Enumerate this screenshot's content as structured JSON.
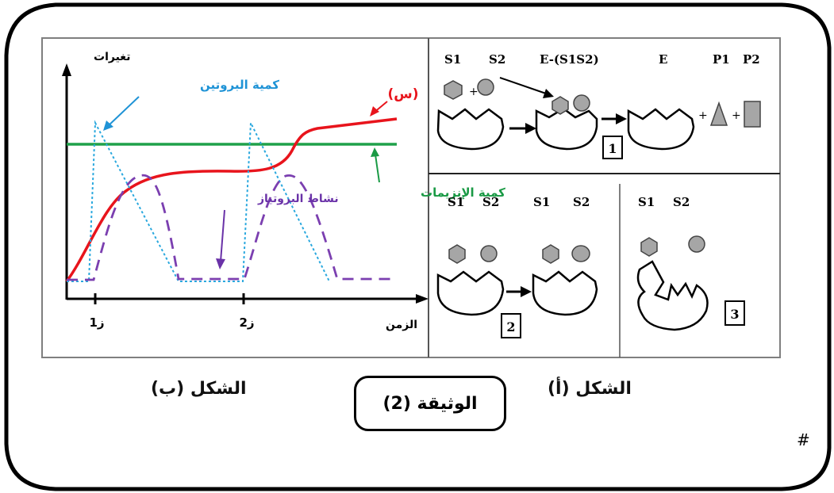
{
  "figure_a": {
    "caption": "الشكل (أ)",
    "p1_labels": [
      "S1",
      "S2",
      "E-(S1S2)",
      "E",
      "P1",
      "P2"
    ],
    "p1_badge": "1",
    "p2_labels": [
      "S1",
      "S2",
      "S1",
      "S2"
    ],
    "p2_badge": "2",
    "p3_labels": [
      "S1",
      "S2"
    ],
    "p3_badge": "3",
    "plus": "+"
  },
  "figure_b": {
    "caption": "الشكل (ب)",
    "y_axis_label": "تغيرات",
    "x_axis_label": "الزمن",
    "ticks": [
      "ز1",
      "ز2"
    ],
    "labels": {
      "protein_amount": "كمية البروتين",
      "s_curve": "(س)",
      "protease_activity": "نشاط البروتياز",
      "enzymes_amount": "كمية الإنزيمات"
    }
  },
  "document_title": "الوثيقة (2)",
  "corner_mark": "#",
  "colors": {
    "s_curve": "#e8141c",
    "enzymes": "#1fa14a",
    "protein": "#2aa8de",
    "protease": "#7b3fb0",
    "shape_fill": "#a6a6a6",
    "protein_label": "#1f93d6",
    "enzymes_label": "#1a9a45",
    "protease_label": "#6a32a8"
  },
  "chart_data": {
    "type": "line",
    "xlabel": "الزمن",
    "ylabel": "تغيرات",
    "xticks": [
      "ز1",
      "ز2"
    ],
    "series": [
      {
        "name": "(س)",
        "x": [
          0,
          0.1,
          0.2,
          0.3,
          0.4,
          0.5,
          0.55,
          0.6,
          0.7,
          0.8,
          0.9,
          1.0
        ],
        "y": [
          0.05,
          0.3,
          0.5,
          0.55,
          0.56,
          0.57,
          0.6,
          0.72,
          0.82,
          0.84,
          0.86,
          0.88
        ]
      },
      {
        "name": "كمية الإنزيمات",
        "x": [
          0,
          1
        ],
        "y": [
          0.62,
          0.62
        ]
      },
      {
        "name": "كمية البروتين",
        "x": [
          0,
          0.07,
          0.09,
          0.35,
          0.54,
          0.56,
          0.83
        ],
        "y": [
          0.05,
          0.05,
          0.75,
          0.05,
          0.05,
          0.75,
          0.05
        ]
      },
      {
        "name": "نشاط البروتياز",
        "x": [
          0,
          0.07,
          0.1,
          0.22,
          0.35,
          0.54,
          0.57,
          0.68,
          0.83,
          1.0
        ],
        "y": [
          0.05,
          0.05,
          0.2,
          0.48,
          0.05,
          0.05,
          0.25,
          0.48,
          0.05,
          0.05
        ]
      }
    ]
  }
}
